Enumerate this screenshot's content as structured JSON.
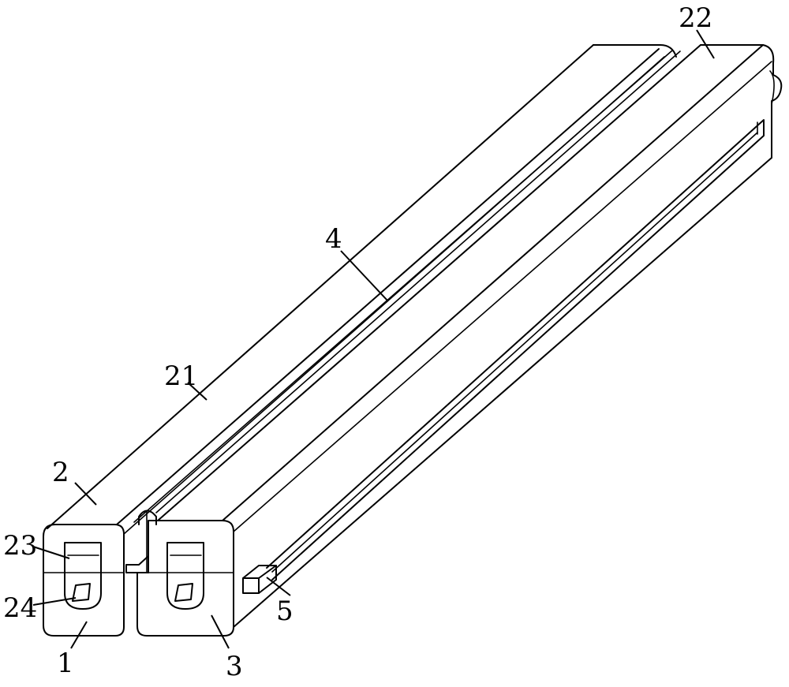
{
  "labels": {
    "l1": "1",
    "l2": "2",
    "l3": "3",
    "l4": "4",
    "l5": "5",
    "l21": "21",
    "l22": "22",
    "l23": "23",
    "l24": "24"
  },
  "colors": {
    "line": "#000000",
    "background": "#ffffff"
  }
}
